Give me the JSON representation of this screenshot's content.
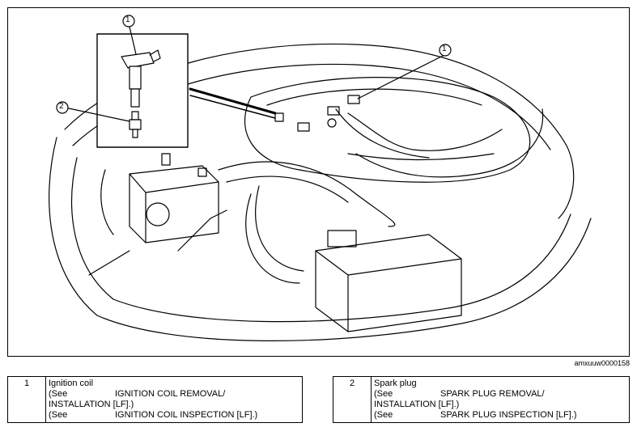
{
  "figure": {
    "id_label": "amxuuw0000158",
    "callouts": {
      "inset_1": "1",
      "inset_2": "2",
      "main_1": "1"
    }
  },
  "legend": [
    {
      "num": "1",
      "name": "Ignition coil",
      "see_prefix": "(See",
      "refs": [
        {
          "line1": "IGNITION COIL REMOVAL/",
          "line2": "INSTALLATION [LF].)"
        },
        {
          "line1": "IGNITION COIL INSPECTION [LF].)"
        }
      ]
    },
    {
      "num": "2",
      "name": "Spark plug",
      "see_prefix": "(See",
      "refs": [
        {
          "line1": "SPARK PLUG REMOVAL/",
          "line2": "INSTALLATION [LF].)"
        },
        {
          "line1": "SPARK PLUG INSPECTION [LF].)"
        }
      ]
    }
  ]
}
